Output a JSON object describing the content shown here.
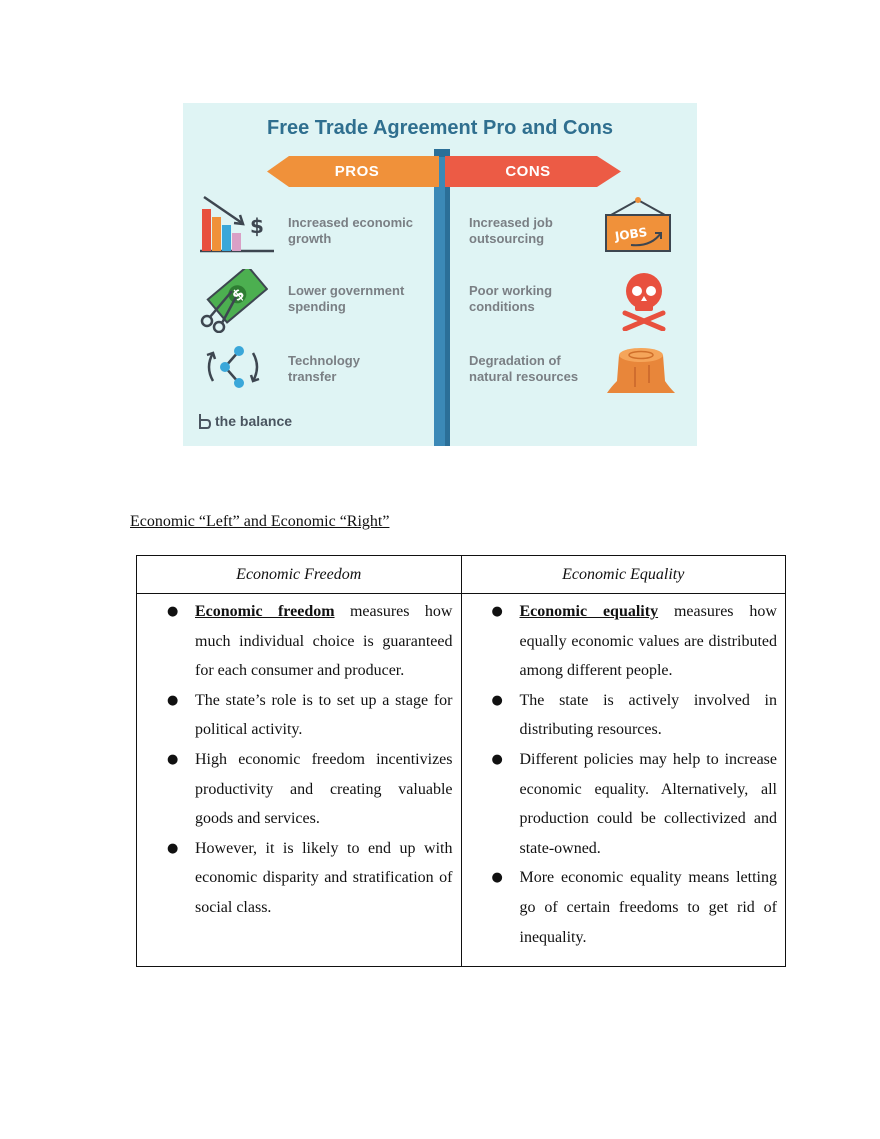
{
  "infographic": {
    "title": "Free Trade Agreement Pro and Cons",
    "pros_label": "PROS",
    "cons_label": "CONS",
    "pros": [
      {
        "text": "Increased economic growth",
        "icon": "bar-chart-decline-icon"
      },
      {
        "text": "Lower government spending",
        "icon": "scissors-cutting-money-icon"
      },
      {
        "text": "Technology transfer",
        "icon": "share-network-icon"
      }
    ],
    "cons": [
      {
        "text": "Increased job outsourcing",
        "icon": "jobs-sign-icon",
        "sign_text": "JOBS"
      },
      {
        "text": "Poor working conditions",
        "icon": "skull-crossbones-icon"
      },
      {
        "text": "Degradation of natural resources",
        "icon": "tree-stump-icon"
      }
    ],
    "brand": "the balance",
    "colors": {
      "background": "#dff4f4",
      "pros": "#f0913a",
      "cons": "#ec5b45",
      "pole": "#3b89b7",
      "title": "#2f6f8f"
    }
  },
  "section_heading": "Economic “Left” and Economic “Right”",
  "table": {
    "headers": [
      "Economic Freedom",
      "Economic Equality"
    ],
    "freedom": {
      "term": "Economic freedom",
      "first_rest": " measures how much individual choice is guaranteed for each consumer and producer.",
      "bullets": [
        "The state’s role is to set up a stage for political activity.",
        "High economic freedom incentivizes productivity and creating valuable goods and services.",
        "However, it is likely to end up with economic disparity and stratification of social class."
      ]
    },
    "equality": {
      "term": "Economic equality",
      "first_rest": " measures how equally economic values are distributed among different people.",
      "bullets": [
        "The state is actively involved in distributing resources.",
        "Different policies may help to increase economic equality. Alternatively, all production could be collectivized and state-owned.",
        "More economic equality means letting go of certain freedoms to get rid of inequality."
      ]
    }
  }
}
